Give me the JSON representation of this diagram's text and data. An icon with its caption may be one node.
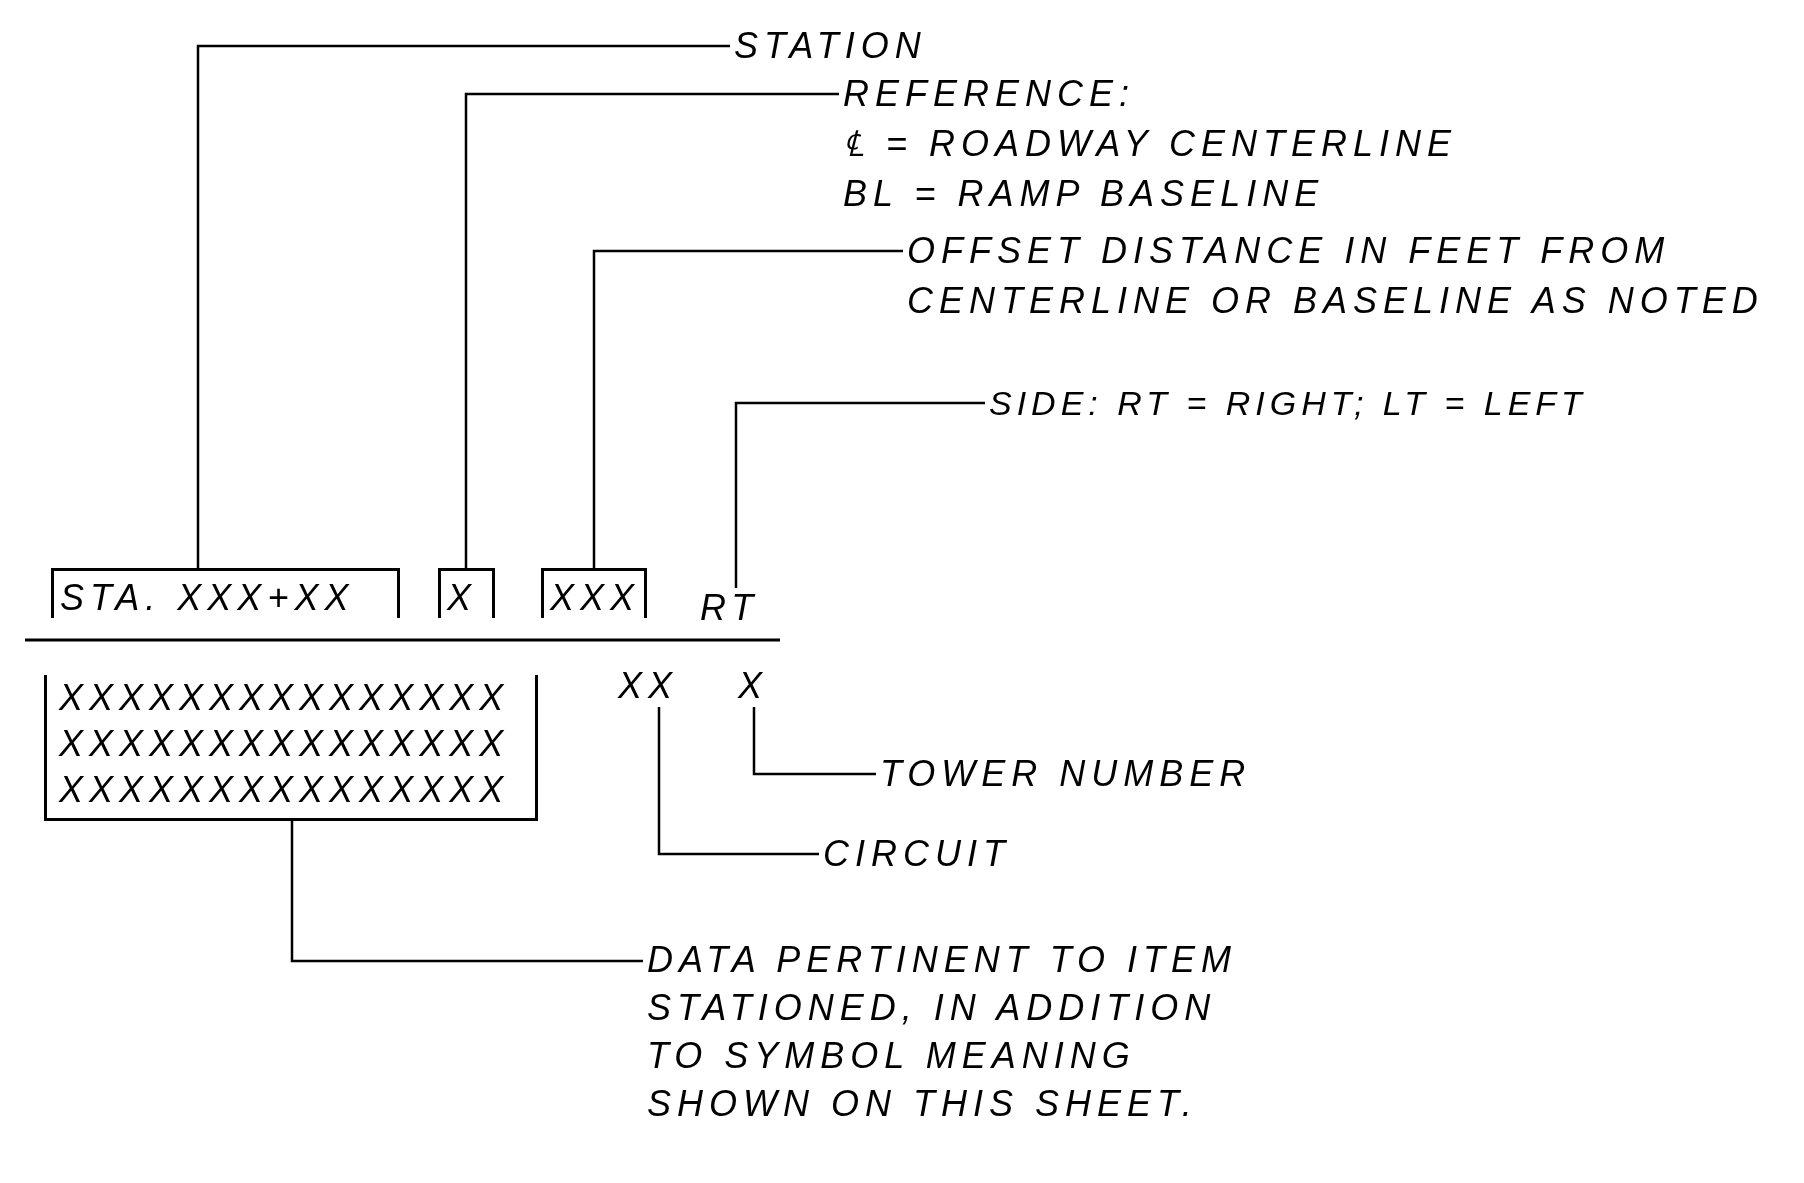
{
  "diagram": {
    "nodes": [
      {
        "text": [
          "STATION"
        ]
      },
      {
        "text": [
          "REFERENCE:",
          "℄ = ROADWAY CENTERLINE",
          "BL = RAMP BASELINE"
        ]
      },
      {
        "text": [
          "OFFSET DISTANCE IN FEET FROM CENTERLINE OR BASELINE AS NOTED"
        ]
      },
      {
        "text": [
          "SIDE: RT = RIGHT; LT = LEFT"
        ]
      },
      {
        "text": [
          "STA. XXX+XX"
        ]
      },
      {
        "text": [
          "X"
        ]
      },
      {
        "text": [
          "XXX"
        ]
      },
      {
        "text": [
          "RT"
        ]
      },
      {
        "text": [
          "XXXXXXXXXXXXXXX XXXXXXXXXXXXXXX XXXXXXXXXXXXXXX"
        ]
      },
      {
        "text": [
          "XX"
        ]
      },
      {
        "text": [
          "X"
        ]
      },
      {
        "text": [
          "TOWER NUMBER"
        ]
      },
      {
        "text": [
          "CIRCUIT"
        ]
      },
      {
        "text": [
          "DATA PERTINENT TO ITEM STATIONED, IN ADDITION TO SYMBOL MEANING SHOWN ON THIS SHEET."
        ]
      }
    ],
    "edges": [
      {
        "from": 0,
        "to": 4,
        "arrow": "none"
      },
      {
        "from": 1,
        "to": 5,
        "arrow": "none"
      },
      {
        "from": 2,
        "to": 6,
        "arrow": "none"
      },
      {
        "from": 3,
        "to": 7,
        "arrow": "none"
      },
      {
        "from": 11,
        "to": 10,
        "arrow": "none"
      },
      {
        "from": 12,
        "to": 9,
        "arrow": "none"
      },
      {
        "from": 13,
        "to": 8,
        "arrow": "none"
      }
    ]
  }
}
